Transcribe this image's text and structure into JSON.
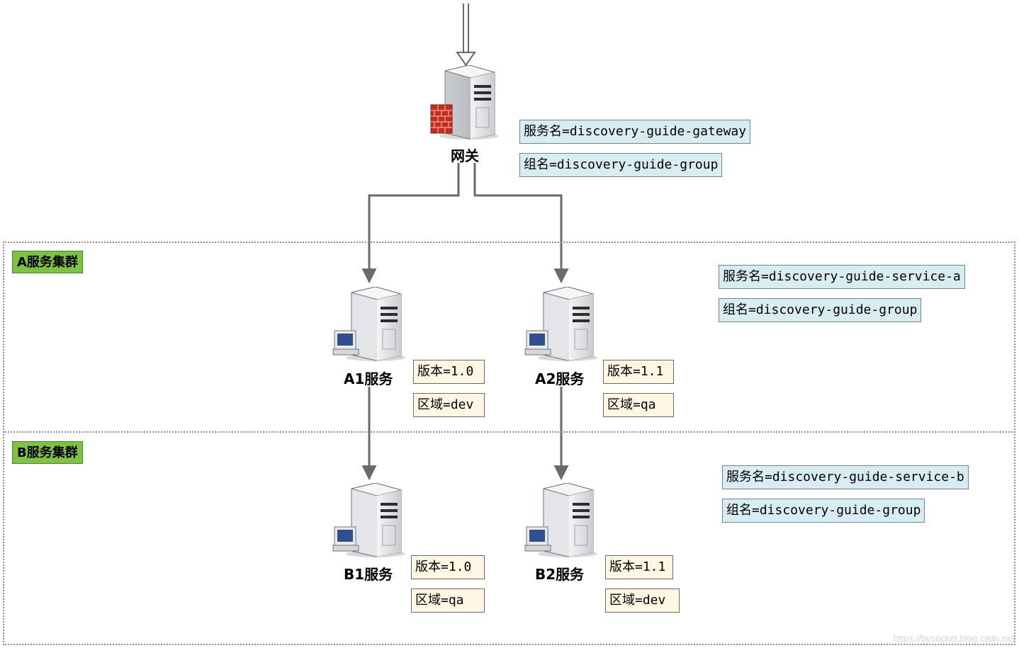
{
  "gateway": {
    "label": "网关",
    "service_tag": "服务名=discovery-guide-gateway",
    "group_tag": "组名=discovery-guide-group"
  },
  "cluster_a": {
    "label": "A服务集群",
    "service_tag": "服务名=discovery-guide-service-a",
    "group_tag": "组名=discovery-guide-group",
    "nodes": [
      {
        "label": "A1服务",
        "version": "版本=1.0",
        "region": "区域=dev"
      },
      {
        "label": "A2服务",
        "version": "版本=1.1",
        "region": "区域=qa"
      }
    ]
  },
  "cluster_b": {
    "label": "B服务集群",
    "service_tag": "服务名=discovery-guide-service-b",
    "group_tag": "组名=discovery-guide-group",
    "nodes": [
      {
        "label": "B1服务",
        "version": "版本=1.0",
        "region": "区域=qa"
      },
      {
        "label": "B2服务",
        "version": "版本=1.1",
        "region": "区域=dev"
      }
    ]
  },
  "watermark": "https://bysocket.blog.csdn.net",
  "colors": {
    "cluster_label_bg": "#7dc241",
    "service_tag_bg": "#d8ecf3",
    "version_tag_bg": "#fff7e3",
    "connector": "#6a6a6a"
  }
}
